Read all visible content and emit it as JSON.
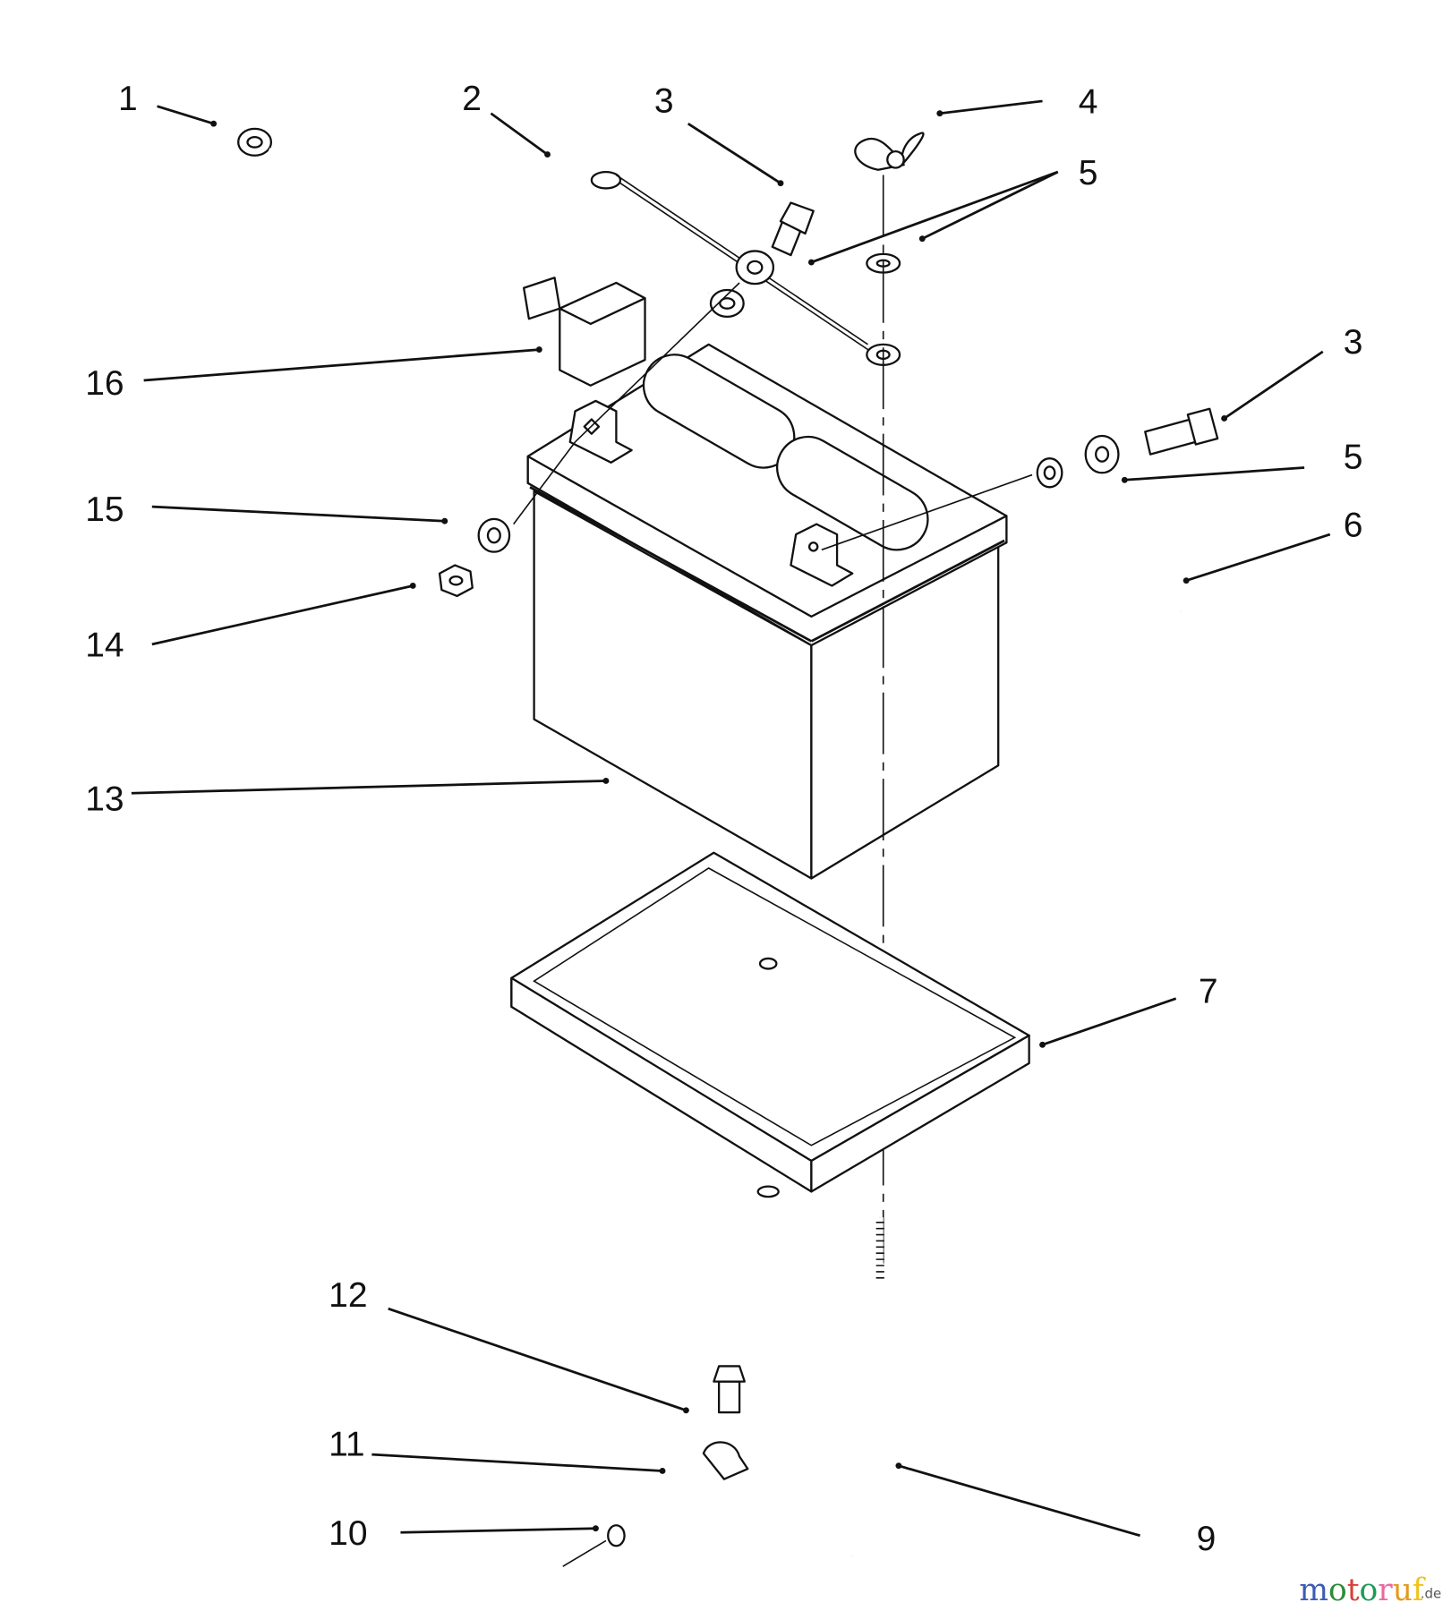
{
  "callouts": [
    {
      "id": "1",
      "label": "1"
    },
    {
      "id": "2",
      "label": "2"
    },
    {
      "id": "3a",
      "label": "3"
    },
    {
      "id": "4",
      "label": "4"
    },
    {
      "id": "5a",
      "label": "5"
    },
    {
      "id": "16",
      "label": "16"
    },
    {
      "id": "3b",
      "label": "3"
    },
    {
      "id": "5b",
      "label": "5"
    },
    {
      "id": "6",
      "label": "6"
    },
    {
      "id": "15",
      "label": "15"
    },
    {
      "id": "14",
      "label": "14"
    },
    {
      "id": "13",
      "label": "13"
    },
    {
      "id": "7",
      "label": "7"
    },
    {
      "id": "12",
      "label": "12"
    },
    {
      "id": "11",
      "label": "11"
    },
    {
      "id": "10",
      "label": "10"
    },
    {
      "id": "9",
      "label": "9"
    }
  ],
  "watermark": {
    "text": "motoruf",
    "suffix": ".de",
    "colors": [
      "#3b5bb5",
      "#2f8a3a",
      "#d9413a",
      "#1f9a5a",
      "#e66aa0",
      "#e39a1c",
      "#f2c21b"
    ]
  }
}
